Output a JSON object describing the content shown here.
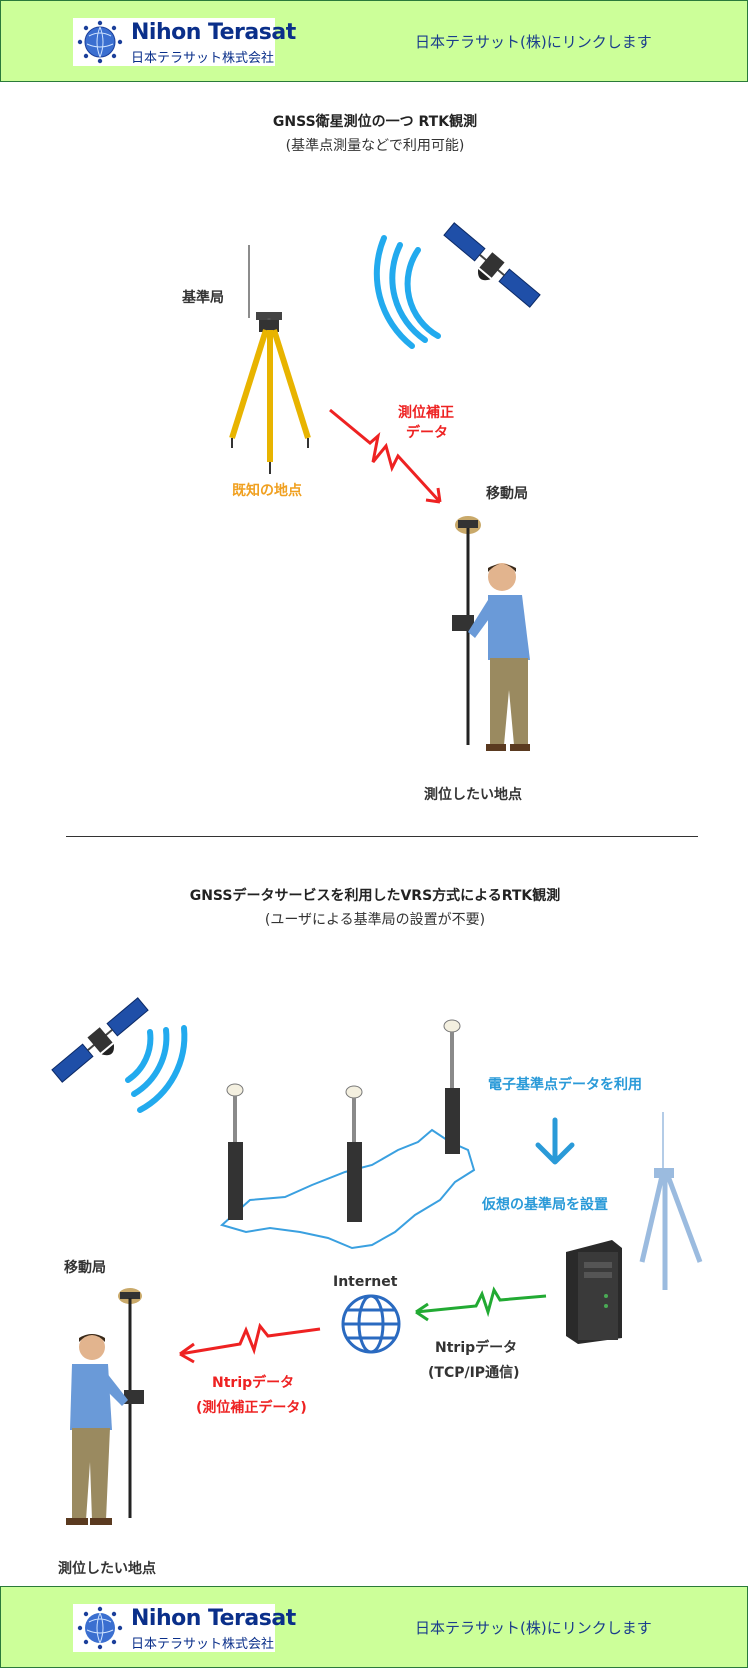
{
  "header": {
    "logo_brand": "Nihon Terasat",
    "logo_brand_jp": "日本テラサット株式会社",
    "link_text": "日本テラサット(株)にリンクします"
  },
  "section1": {
    "title": "GNSS衛星測位の一つ RTK観測",
    "subtitle": "(基準点測量などで利用可能)",
    "base_station_label": "基準局",
    "correction_label_line1": "測位補正",
    "correction_label_line2": "データ",
    "known_point_label": "既知の地点",
    "rover_label": "移動局",
    "target_point_label": "測位したい地点"
  },
  "section2": {
    "title": "GNSSデータサービスを利用したVRS方式によるRTK観測",
    "subtitle": "(ユーザによる基準局の設置が不要)",
    "cors_data_label": "電子基準点データを利用",
    "virtual_base_label": "仮想の基準局を設置",
    "rover_label": "移動局",
    "internet_label": "Internet",
    "ntrip_label": "Ntripデータ",
    "tcpip_label": "(TCP/IP通信)",
    "ntrip_correction_line1": "Ntripデータ",
    "ntrip_correction_line2": "(測位補正データ)",
    "target_point_label": "測位したい地点"
  },
  "footer": {
    "logo_brand": "Nihon Terasat",
    "logo_brand_jp": "日本テラサット株式会社",
    "link_text": "日本テラサット(株)にリンクします"
  },
  "colors": {
    "banner_bg": "#ccff99",
    "brand_blue": "#0a2f8a",
    "signal_blue": "#22aaee",
    "correction_red": "#ee2222",
    "known_orange": "#f0a020",
    "ntrip_green": "#22aa33"
  }
}
